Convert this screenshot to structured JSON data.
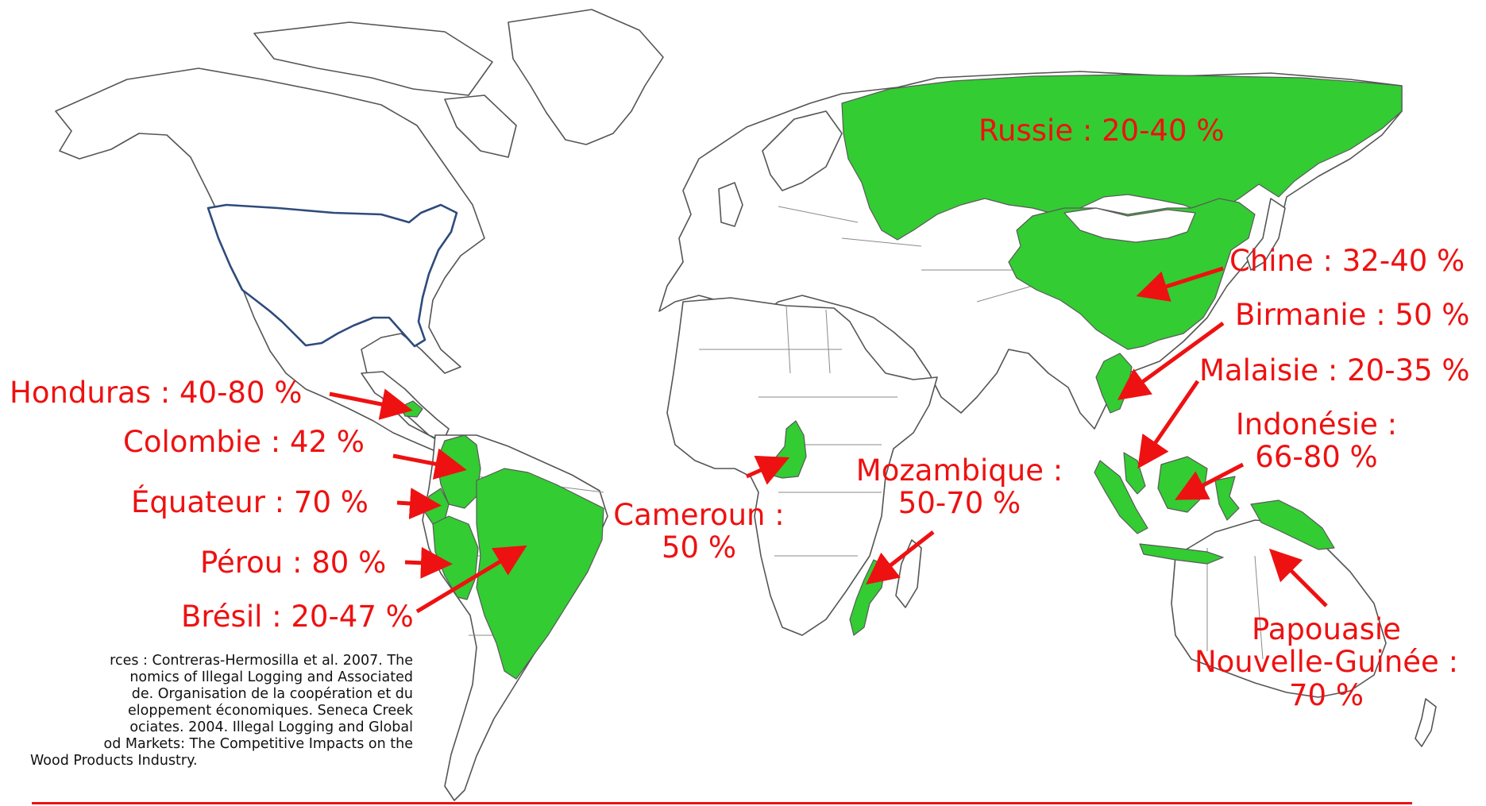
{
  "colors": {
    "highlight": "#33cc33",
    "label": "#ee1111",
    "usa_outline": "#2f4b7c",
    "land_stroke": "#555555"
  },
  "countries": [
    {
      "id": "russia",
      "label": "Russie : 20-40 %"
    },
    {
      "id": "china",
      "label": "Chine : 32-40 %"
    },
    {
      "id": "burma",
      "label": "Birmanie : 50 %"
    },
    {
      "id": "malaysia",
      "label": "Malaisie : 20-35 %"
    },
    {
      "id": "indonesia",
      "label_lines": [
        "Indonésie :",
        "66-80 %"
      ]
    },
    {
      "id": "papua",
      "label_lines": [
        "Papouasie",
        "Nouvelle-Guinée :",
        "70 %"
      ]
    },
    {
      "id": "mozambique",
      "label_lines": [
        "Mozambique :",
        "50-70 %"
      ]
    },
    {
      "id": "cameroon",
      "label_lines": [
        "Cameroun :",
        "50 %"
      ]
    },
    {
      "id": "honduras",
      "label": "Honduras : 40-80 %"
    },
    {
      "id": "colombia",
      "label": "Colombie : 42 %"
    },
    {
      "id": "ecuador",
      "label": "Équateur : 70 %"
    },
    {
      "id": "peru",
      "label": "Pérou : 80 %"
    },
    {
      "id": "brazil",
      "label": "Brésil : 20-47 %"
    }
  ],
  "sources": {
    "lines": [
      "rces : Contreras-Hermosilla et al. 2007. The",
      "nomics of Illegal Logging and Associated",
      "de. Organisation de la coopération et du",
      "eloppement économiques. Seneca Creek",
      "ociates. 2004. Illegal Logging and Global",
      "od Markets: The Competitive Impacts on the",
      "Wood Products Industry."
    ]
  }
}
